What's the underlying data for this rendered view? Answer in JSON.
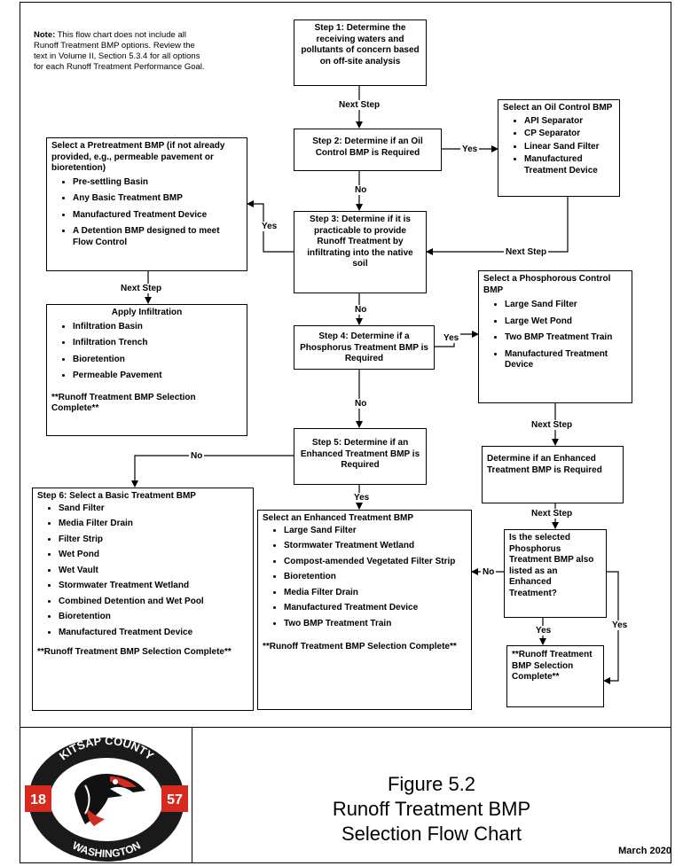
{
  "note": {
    "label": "Note:",
    "text": " This flow chart does not include all Runoff Treatment BMP options. Review the text in Volume II, Section 5.3.4 for all options for each Runoff Treatment Performance Goal."
  },
  "step1": "Step 1: Determine the receiving waters and pollutants of concern based on off-site analysis",
  "step2": "Step 2: Determine if an Oil Control BMP is Required",
  "step3": "Step 3: Determine if it is practicable to provide Runoff Treatment by infiltrating into the native soil",
  "step4": "Step 4: Determine if a Phosphorus Treatment BMP is Required",
  "step5": "Step 5: Determine if an Enhanced Treatment BMP is Required",
  "oil": {
    "title": "Select an Oil Control BMP",
    "items": [
      "API Separator",
      "CP Separator",
      "Linear Sand Filter",
      "Manufactured Treatment Device"
    ]
  },
  "pretreat": {
    "title": "Select a Pretreatment BMP (if not already provided, e.g., permeable pavement or bioretention)",
    "items": [
      "Pre-settling Basin",
      "Any Basic Treatment BMP",
      "Manufactured Treatment Device",
      "A Detention BMP designed to meet Flow Control"
    ]
  },
  "infil": {
    "title": "Apply Infiltration",
    "items": [
      "Infiltration Basin",
      "Infiltration Trench",
      "Bioretention",
      "Permeable Pavement"
    ],
    "complete": "**Runoff Treatment BMP Selection Complete**"
  },
  "phos": {
    "title": "Select a Phosphorous Control BMP",
    "items": [
      "Large Sand Filter",
      "Large Wet Pond",
      "Two BMP Treatment Train",
      "Manufactured Treatment Device"
    ]
  },
  "enh_q": "Determine if an Enhanced Treatment BMP is Required",
  "phos_q": "Is the selected Phosphorus Treatment BMP also listed as an Enhanced Treatment?",
  "final_complete": "**Runoff Treatment BMP Selection Complete**",
  "basic": {
    "title": "Step 6: Select a Basic Treatment BMP",
    "items": [
      "Sand Filter",
      "Media Filter Drain",
      "Filter Strip",
      "Wet Pond",
      "Wet Vault",
      "Stormwater Treatment Wetland",
      "Combined Detention and Wet Pool",
      "Bioretention",
      "Manufactured Treatment Device"
    ],
    "complete": "**Runoff Treatment BMP Selection Complete**"
  },
  "enhanced": {
    "title": "Select an Enhanced Treatment BMP",
    "items": [
      "Large Sand Filter",
      "Stormwater Treatment Wetland",
      "Compost-amended Vegetated Filter Strip",
      "Bioretention",
      "Media Filter Drain",
      "Manufactured Treatment Device",
      "Two BMP Treatment Train"
    ],
    "complete": "**Runoff Treatment BMP Selection Complete**"
  },
  "labels": {
    "next_step": "Next Step",
    "yes": "Yes",
    "no": "No"
  },
  "logo": {
    "top": "KITSAP COUNTY",
    "bottom": "WASHINGTON",
    "left_num": "18",
    "right_num": "57"
  },
  "figure": {
    "number": "Figure 5.2",
    "line1": "Runoff Treatment BMP",
    "line2": "Selection Flow Chart"
  },
  "date": "March 2020",
  "colors": {
    "logo_red": "#d42a1f",
    "line": "#000000"
  }
}
